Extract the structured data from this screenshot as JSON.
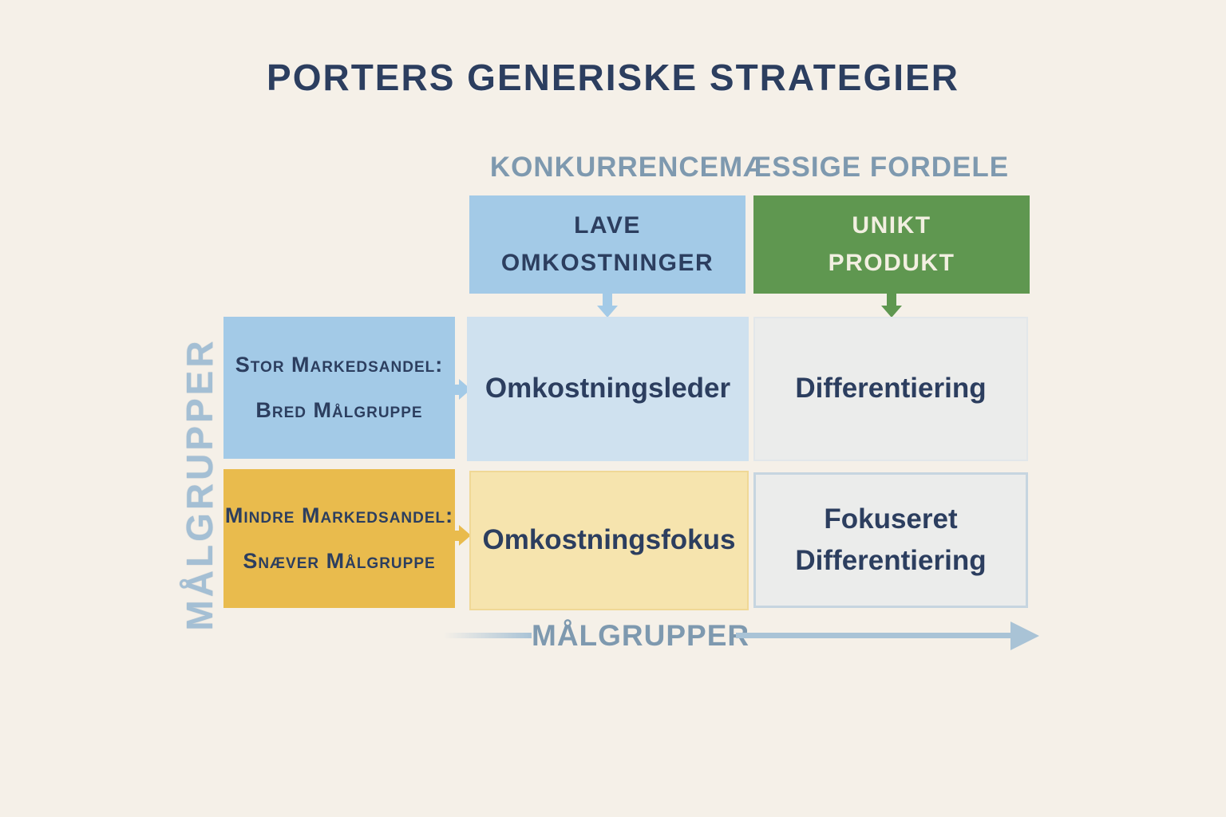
{
  "title": "PORTERS GENERISKE STRATEGIER",
  "axes": {
    "top": "KONKURRENCEMÆSSIGE FORDELE",
    "left": "MÅLGRUPPER",
    "bottom": "MÅLGRUPPER"
  },
  "column_headers": [
    {
      "label": "LAVE\nOMKOSTNINGER"
    },
    {
      "label": "UNIKT\nPRODUKT"
    }
  ],
  "row_headers": [
    {
      "label": "Stor Markedsandel:\nBred Målgruppe"
    },
    {
      "label": "Mindre Markedsandel:\nSnæver Målgruppe"
    }
  ],
  "cells": [
    {
      "label": "Omkostningsleder"
    },
    {
      "label": "Differentiering"
    },
    {
      "label": "Omkostningsfokus"
    },
    {
      "label": "Fokuseret\nDifferentiering"
    }
  ],
  "colors": {
    "bg": "#f5f0e8",
    "navy": "#2c3e5f",
    "steel": "#7e99af",
    "axisBlue": "#a4bfd4",
    "blue": "#a3cae7",
    "green": "#5f9750",
    "cream": "#f2efe1",
    "gold": "#e9bb4d",
    "cellBlue": "#cfe1ef",
    "cellYellow": "#f6e4ae",
    "cellGray": "#ebeceb",
    "grayBorder": "#e2e7ea",
    "yellowBorder": "#f0d896",
    "focusBorder": "#c6d5e0",
    "arrowBlue": "#a9c3d6"
  }
}
